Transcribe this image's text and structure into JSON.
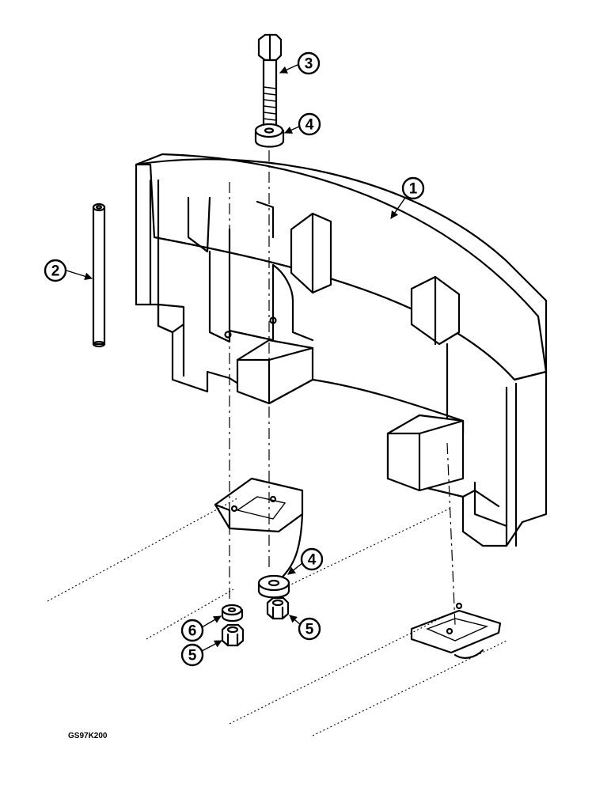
{
  "figure_code": "GS97K200",
  "callouts": [
    {
      "label": "1",
      "part": "weight-body"
    },
    {
      "label": "2",
      "part": "rod"
    },
    {
      "label": "3",
      "part": "bolt"
    },
    {
      "label": "4",
      "part": "spacer-upper"
    },
    {
      "label": "4",
      "part": "spacer-lower"
    },
    {
      "label": "5",
      "part": "nut-right"
    },
    {
      "label": "5",
      "part": "nut-left"
    },
    {
      "label": "6",
      "part": "washer"
    }
  ]
}
